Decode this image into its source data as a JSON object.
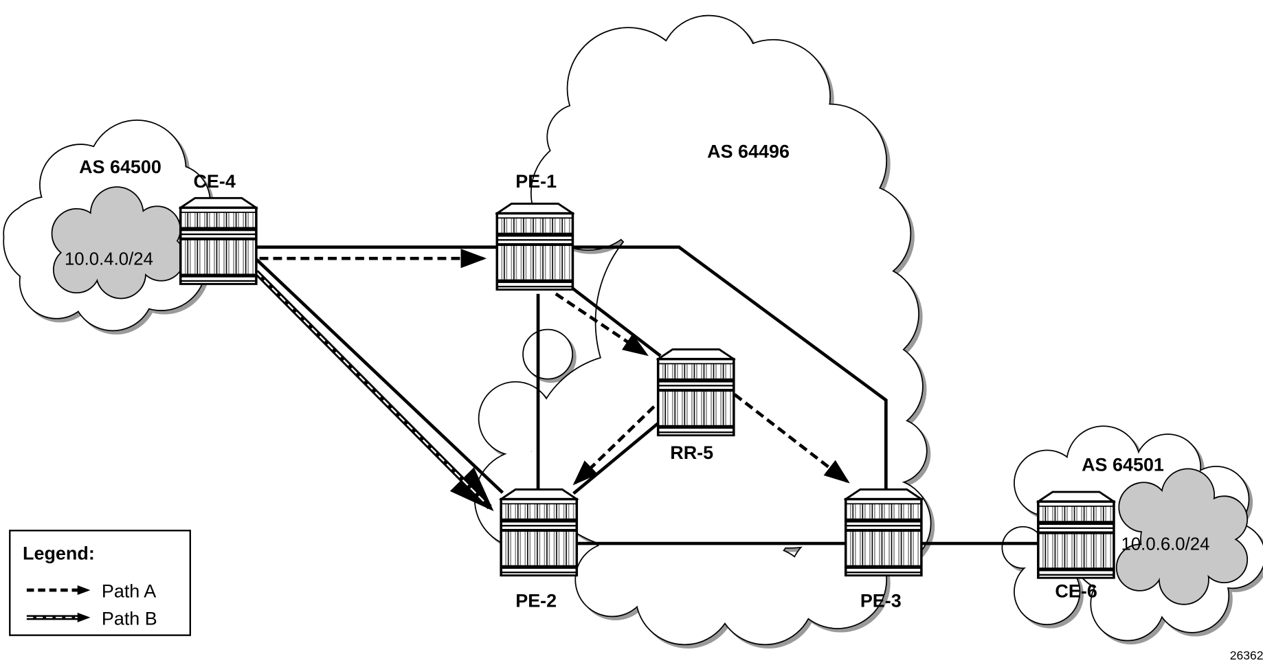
{
  "clouds": {
    "as_left": "AS 64500",
    "as_core": "AS 64496",
    "as_right": "AS 64501",
    "prefix_left": "10.0.4.0/24",
    "prefix_right": "10.0.6.0/24"
  },
  "nodes": {
    "ce4": "CE-4",
    "pe1": "PE-1",
    "rr5": "RR-5",
    "pe2": "PE-2",
    "pe3": "PE-3",
    "ce6": "CE-6"
  },
  "legend": {
    "title": "Legend:",
    "path_a": "Path A",
    "path_b": "Path B"
  },
  "figure_id": "26362",
  "colors": {
    "line": "#000000",
    "prefix_cloud": "#c8c8c8",
    "shadow": "#9a9a9a"
  }
}
